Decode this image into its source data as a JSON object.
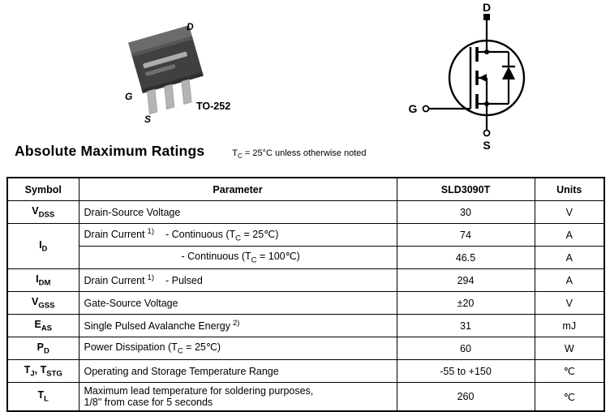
{
  "figures": {
    "package": {
      "name": "TO-252",
      "pin_d": "D",
      "pin_g": "G",
      "pin_s": "S"
    },
    "mosfet_symbol": {
      "pin_d": "D",
      "pin_g": "G",
      "pin_s": "S"
    }
  },
  "heading": {
    "title": "Absolute Maximum Ratings",
    "condition": {
      "t": "T",
      "sub": "C",
      "rest": " = 25°C unless otherwise noted"
    }
  },
  "table": {
    "headers": [
      "Symbol",
      "Parameter",
      "SLD3090T",
      "Units"
    ],
    "rows": [
      {
        "symbol": [
          {
            "text": "V"
          },
          {
            "sub": "DSS"
          }
        ],
        "parameter": [
          {
            "text": "Drain-Source Voltage"
          }
        ],
        "value": "30",
        "units": "V"
      },
      {
        "symbol": [
          {
            "text": "I"
          },
          {
            "sub": "D"
          }
        ],
        "symbol_rowspan": 2,
        "parameter": [
          {
            "text": "Drain Current"
          },
          {
            "sup": "1)"
          },
          {
            "text": "- Continuous (T"
          },
          {
            "sub": "C"
          },
          {
            "text": " = 25℃)"
          }
        ],
        "value": "74",
        "units": "A"
      },
      {
        "indent": true,
        "parameter": [
          {
            "text": "- Continuous (T"
          },
          {
            "sub": "C"
          },
          {
            "text": " = 100℃)"
          }
        ],
        "value": "46.5",
        "units": "A"
      },
      {
        "symbol": [
          {
            "text": "I"
          },
          {
            "sub": "DM"
          }
        ],
        "parameter": [
          {
            "text": "Drain Current"
          },
          {
            "sup": "1)"
          },
          {
            "text": "- Pulsed"
          }
        ],
        "value": "294",
        "units": "A"
      },
      {
        "symbol": [
          {
            "text": "V"
          },
          {
            "sub": "GSS"
          }
        ],
        "parameter": [
          {
            "text": "Gate-Source Voltage"
          }
        ],
        "value": "±20",
        "units": "V"
      },
      {
        "symbol": [
          {
            "text": "E"
          },
          {
            "sub": "AS"
          }
        ],
        "parameter": [
          {
            "text": "Single Pulsed Avalanche Energy"
          },
          {
            "sup": "2)"
          }
        ],
        "value": "31",
        "units": "mJ"
      },
      {
        "symbol": [
          {
            "text": "P"
          },
          {
            "sub": "D"
          }
        ],
        "parameter": [
          {
            "text": "Power Dissipation (T"
          },
          {
            "sub": "C"
          },
          {
            "text": " = 25℃)"
          }
        ],
        "value": "60",
        "units": "W"
      },
      {
        "symbol": [
          {
            "text": "T"
          },
          {
            "sub": "J"
          },
          {
            "text": ", T"
          },
          {
            "sub": "STG"
          }
        ],
        "parameter": [
          {
            "text": "Operating and Storage Temperature Range"
          }
        ],
        "value": "-55 to +150",
        "units": "℃"
      },
      {
        "symbol": [
          {
            "text": "T"
          },
          {
            "sub": "L"
          }
        ],
        "parameter": [
          {
            "text": "Maximum lead temperature for soldering purposes,"
          },
          {
            "br": true
          },
          {
            "text": "1/8\" from case for 5 seconds"
          }
        ],
        "value": "260",
        "units": "℃"
      }
    ]
  }
}
